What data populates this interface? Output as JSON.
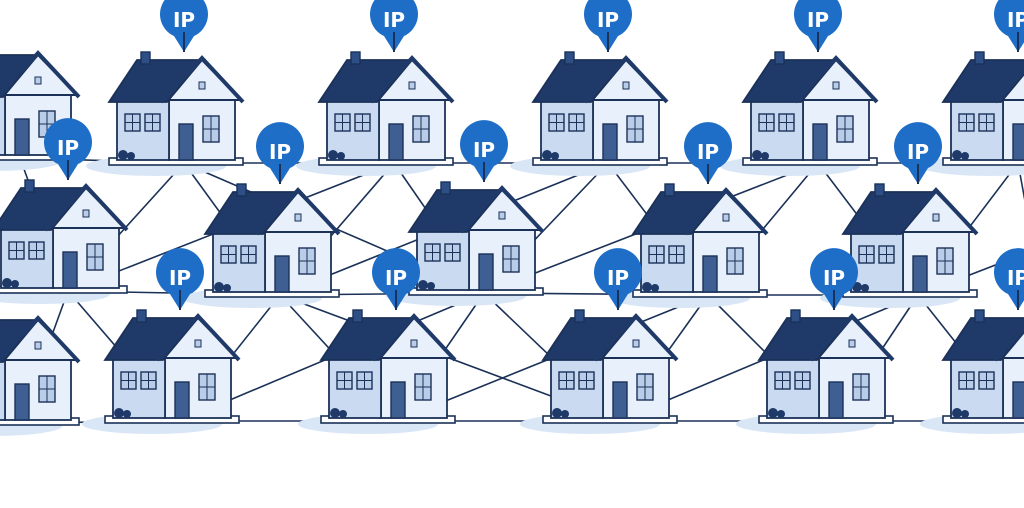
{
  "pin_label": "IP",
  "colors": {
    "background": "#ffffff",
    "roof": "#1f3a68",
    "roof_light": "#2e4f85",
    "wall": "#e8f0fb",
    "wall_side": "#c9daf1",
    "outline": "#1b3158",
    "window": "#b9cde9",
    "door": "#3f5f93",
    "shadow": "#d9e6f6",
    "link": "#1b3158",
    "node": "#1b3158",
    "pin": "#1e6ec8",
    "pin_text": "#ffffff"
  },
  "houses": [
    {
      "id": "r1-a",
      "pin": false
    },
    {
      "id": "r1-b",
      "pin": true
    },
    {
      "id": "r1-c",
      "pin": true
    },
    {
      "id": "r1-d",
      "pin": true
    },
    {
      "id": "r1-e",
      "pin": true
    },
    {
      "id": "r1-f",
      "pin": true
    },
    {
      "id": "r2-a",
      "pin": true
    },
    {
      "id": "r2-b",
      "pin": true
    },
    {
      "id": "r2-c",
      "pin": true
    },
    {
      "id": "r2-d",
      "pin": true
    },
    {
      "id": "r2-e",
      "pin": true
    },
    {
      "id": "r3-a",
      "pin": false
    },
    {
      "id": "r3-b",
      "pin": true
    },
    {
      "id": "r3-c",
      "pin": true
    },
    {
      "id": "r3-d",
      "pin": true
    },
    {
      "id": "r3-e",
      "pin": true
    },
    {
      "id": "r3-f",
      "pin": true
    }
  ]
}
